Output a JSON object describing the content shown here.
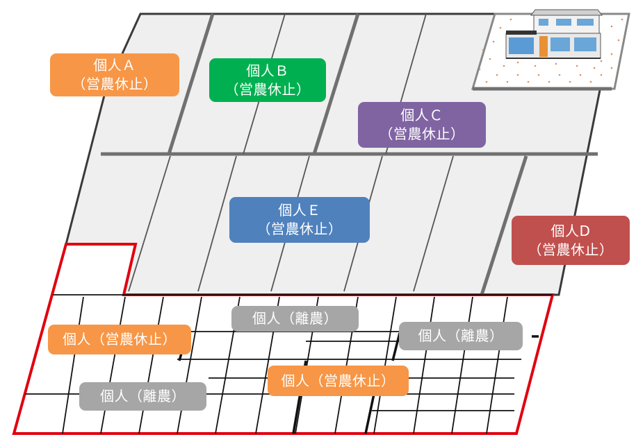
{
  "colors": {
    "orange": "#F79646",
    "green": "#00B050",
    "purple": "#8064A2",
    "blue": "#4F81BD",
    "red": "#C0504D",
    "gray": "#A6A6A6",
    "highlight_border": "#E0000F",
    "field_fill": "#EFEFEF",
    "field_line": "#555555"
  },
  "labels": {
    "individual_a": {
      "line1": "個人Ａ",
      "line2": "（営農休止）"
    },
    "individual_b": {
      "line1": "個人Ｂ",
      "line2": "（営農休止）"
    },
    "individual_c": {
      "line1": "個人Ｃ",
      "line2": "（営農休止）"
    },
    "individual_d": {
      "line1": "個人D",
      "line2": "（営農休止）"
    },
    "individual_e": {
      "line1": "個人Ｅ",
      "line2": "（営農休止）"
    },
    "suspended_left": "個人（営農休止）",
    "suspended_center": "個人（営農休止）",
    "left_farming_1": "個人（離農）",
    "left_farming_2": "個人（離農）",
    "left_farming_3": "個人（離農）"
  },
  "icons": {
    "farmhouse": "farmhouse-icon"
  }
}
